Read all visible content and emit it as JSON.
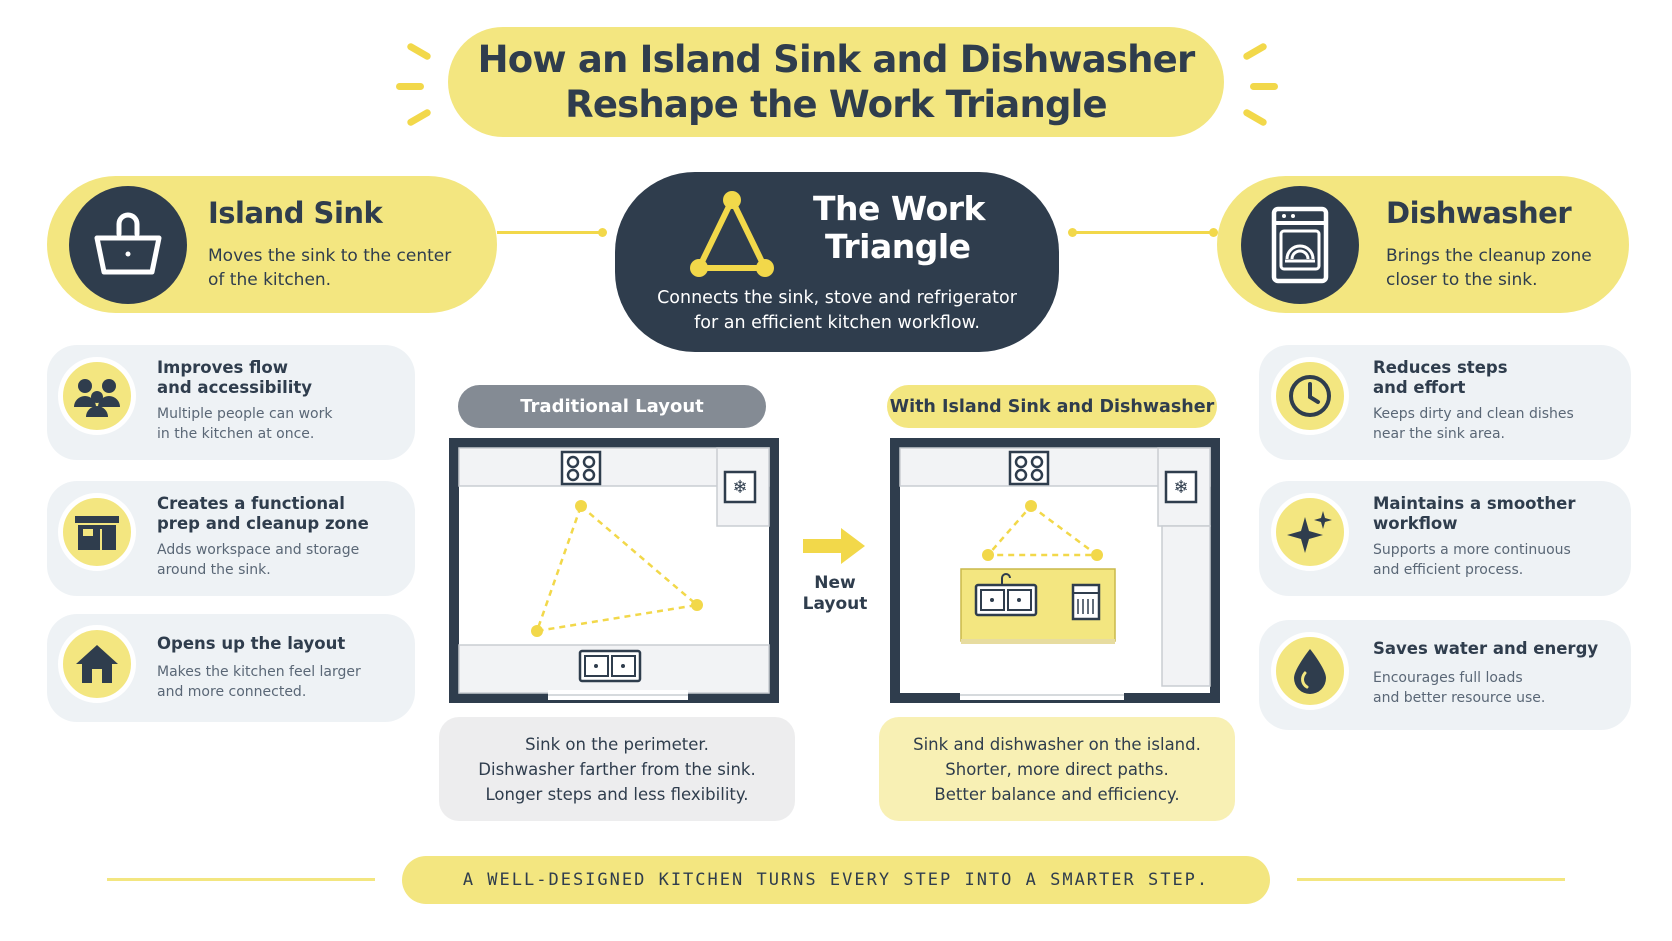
{
  "title": {
    "line1": "How an Island Sink and Dishwasher",
    "line2": "Reshape the Work Triangle"
  },
  "island_sink": {
    "title": "Island Sink",
    "desc_line1": "Moves the sink to the center",
    "desc_line2": "of the kitchen.",
    "icon": "sink-basin-icon"
  },
  "work_triangle": {
    "title_line1": "The Work",
    "title_line2": "Triangle",
    "desc_line1": "Connects the sink, stove and refrigerator",
    "desc_line2": "for an efficient kitchen workflow.",
    "icon": "triangle-icon"
  },
  "dishwasher": {
    "title": "Dishwasher",
    "desc_line1": "Brings the cleanup zone",
    "desc_line2": "closer to the sink.",
    "icon": "dishwasher-icon"
  },
  "left_benefits": [
    {
      "title_line1": "Improves flow",
      "title_line2": "and accessibility",
      "desc_line1": "Multiple people can work",
      "desc_line2": "in the kitchen at once.",
      "icon": "people-icon"
    },
    {
      "title_line1": "Creates a functional",
      "title_line2": "prep and cleanup zone",
      "desc_line1": "Adds workspace and storage",
      "desc_line2": "around the sink.",
      "icon": "counter-icon"
    },
    {
      "title_line1": "Opens up the layout",
      "desc_line1": "Makes the kitchen feel larger",
      "desc_line2": "and more connected.",
      "icon": "house-icon"
    }
  ],
  "right_benefits": [
    {
      "title_line1": "Reduces steps",
      "title_line2": "and effort",
      "desc_line1": "Keeps dirty and clean dishes",
      "desc_line2": "near the sink area.",
      "icon": "clock-icon"
    },
    {
      "title_line1": "Maintains a smoother",
      "title_line2": "workflow",
      "desc_line1": "Supports a more continuous",
      "desc_line2": "and efficient process.",
      "icon": "sparkle-icon"
    },
    {
      "title_line1": "Saves water and energy",
      "desc_line1": "Encourages full loads",
      "desc_line2": "and better resource use.",
      "icon": "water-drop-icon"
    }
  ],
  "traditional": {
    "label": "Traditional Layout",
    "caption_line1": "Sink on the perimeter.",
    "caption_line2": "Dishwasher farther from the sink.",
    "caption_line3": "Longer steps and less flexibility."
  },
  "arrow_label": {
    "line1": "New",
    "line2": "Layout"
  },
  "island": {
    "label": "With Island Sink and Dishwasher",
    "caption_line1": "Sink and dishwasher on the island.",
    "caption_line2": "Shorter, more direct paths.",
    "caption_line3": "Better balance and efficiency."
  },
  "footer": "A WELL-DESIGNED KITCHEN TURNS EVERY STEP INTO A SMARTER STEP.",
  "colors": {
    "accent_yellow": "#f3e680",
    "triangle_yellow": "#f2d84a",
    "navy": "#2f3d4d",
    "card_grey": "#eef2f5"
  }
}
